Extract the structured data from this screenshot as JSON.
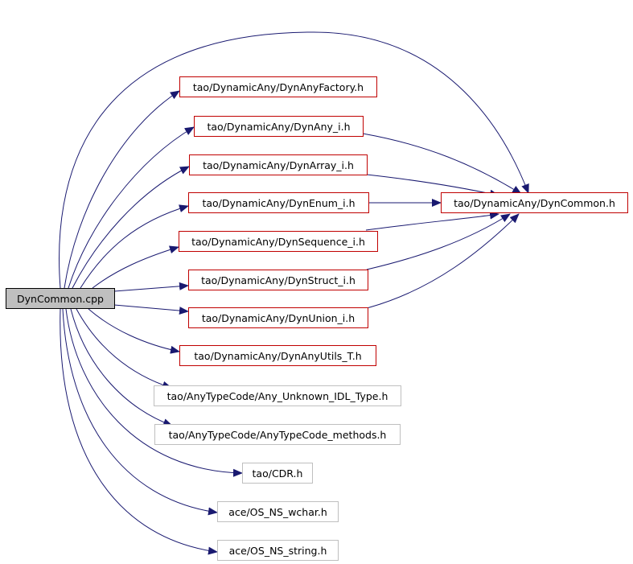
{
  "diagram": {
    "source": {
      "label": "DynCommon.cpp"
    },
    "common_header": {
      "label": "tao/DynamicAny/DynCommon.h"
    },
    "includes": [
      {
        "label": "tao/DynamicAny/DynAnyFactory.h",
        "documented": true
      },
      {
        "label": "tao/DynamicAny/DynAny_i.h",
        "documented": true
      },
      {
        "label": "tao/DynamicAny/DynArray_i.h",
        "documented": true
      },
      {
        "label": "tao/DynamicAny/DynEnum_i.h",
        "documented": true
      },
      {
        "label": "tao/DynamicAny/DynSequence_i.h",
        "documented": true
      },
      {
        "label": "tao/DynamicAny/DynStruct_i.h",
        "documented": true
      },
      {
        "label": "tao/DynamicAny/DynUnion_i.h",
        "documented": true
      },
      {
        "label": "tao/DynamicAny/DynAnyUtils_T.h",
        "documented": true
      },
      {
        "label": "tao/AnyTypeCode/Any_Unknown_IDL_Type.h",
        "documented": false
      },
      {
        "label": "tao/AnyTypeCode/AnyTypeCode_methods.h",
        "documented": false
      },
      {
        "label": "tao/CDR.h",
        "documented": false
      },
      {
        "label": "ace/OS_NS_wchar.h",
        "documented": false
      },
      {
        "label": "ace/OS_NS_string.h",
        "documented": false
      }
    ],
    "colors": {
      "edge": "#191970",
      "documented_border": "#c00000",
      "undocumented_border": "#bfbfbf",
      "source_fill": "#bfbfbf"
    }
  }
}
